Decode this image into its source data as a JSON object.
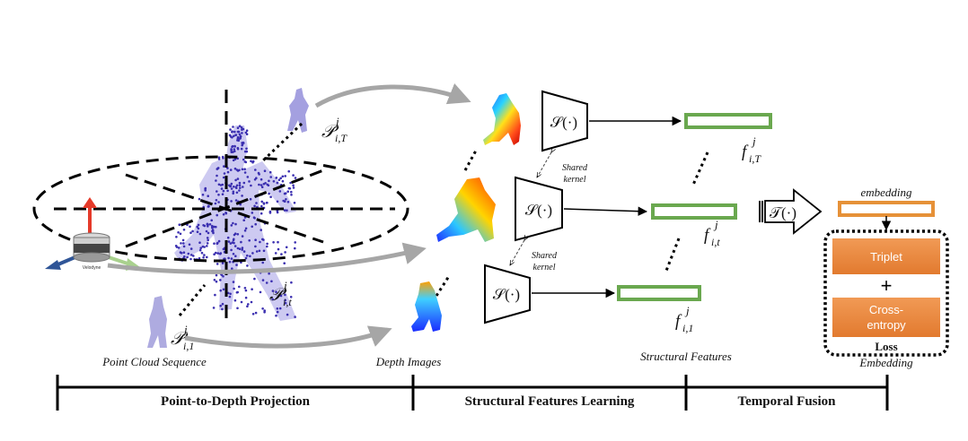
{
  "labels": {
    "point_cloud_sequence": "Point Cloud Sequence",
    "depth_images": "Depth Images",
    "structural_features": "Structural Features",
    "embedding_bottom": "Embedding",
    "embedding_top": "embedding",
    "shared_kernel_1a": "Shared",
    "shared_kernel_1b": "kernel",
    "shared_kernel_2a": "Shared",
    "shared_kernel_2b": "kernel",
    "s_op": "𝒮(·)",
    "t_op": "𝒯(·)",
    "p_iT": "𝒫",
    "p_iT_sub": "i,T",
    "p_iT_sup": "j",
    "p_it": "𝒫",
    "p_it_sub": "i,t",
    "p_it_sup": "j",
    "p_i1": "𝒫",
    "p_i1_sub": "i,1",
    "p_i1_sup": "j",
    "f_iT": "f",
    "f_iT_sub": "i,T",
    "f_iT_sup": "j",
    "f_it": "f",
    "f_it_sub": "i,t",
    "f_it_sup": "j",
    "f_i1": "f",
    "f_i1_sub": "i,1",
    "f_i1_sup": "j",
    "triplet": "Triplet",
    "plus": "+",
    "cross_entropy_1": "Cross-",
    "cross_entropy_2": "entropy",
    "loss": "Loss",
    "lidar_brand": "Velodyne"
  },
  "stages": [
    {
      "label": "Point-to-Depth Projection"
    },
    {
      "label": "Structural Features Learning"
    },
    {
      "label": "Temporal Fusion"
    }
  ],
  "colors": {
    "feature_bar": "#6aa84f",
    "embedding_bar": "#e69138",
    "loss_box": "#e8833a",
    "arrow_gray": "#a6a6a6",
    "point_cloud": "#3b2fb0"
  }
}
